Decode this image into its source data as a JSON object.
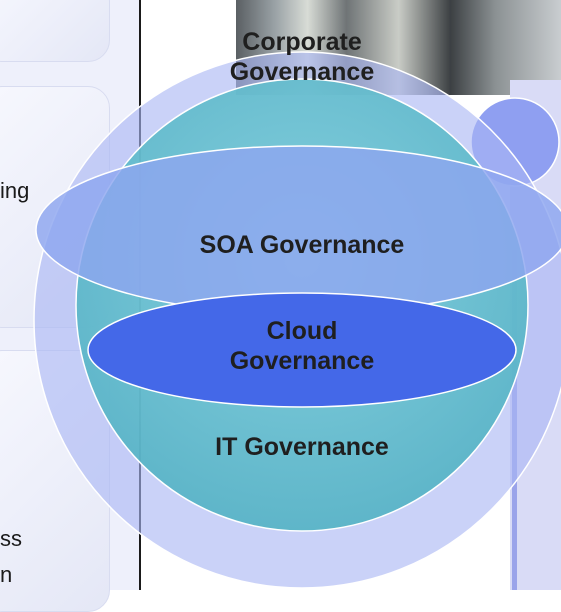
{
  "background": {
    "side_text_1": "ing",
    "side_text_2": "ss",
    "side_text_3": "n"
  },
  "diagram": {
    "corporate": {
      "line1": "Corporate",
      "line2": "Governance"
    },
    "soa": {
      "label": "SOA Governance"
    },
    "cloud": {
      "line1": "Cloud",
      "line2": "Governance"
    },
    "it": {
      "label": "IT Governance"
    }
  },
  "colors": {
    "outer_circle": "#aab7f3",
    "teal_sphere": "#66bfcf",
    "soa_ellipse": "#8ea6ef",
    "cloud_ellipse": "#4468e8",
    "accent_circle": "#8f9ff1"
  }
}
